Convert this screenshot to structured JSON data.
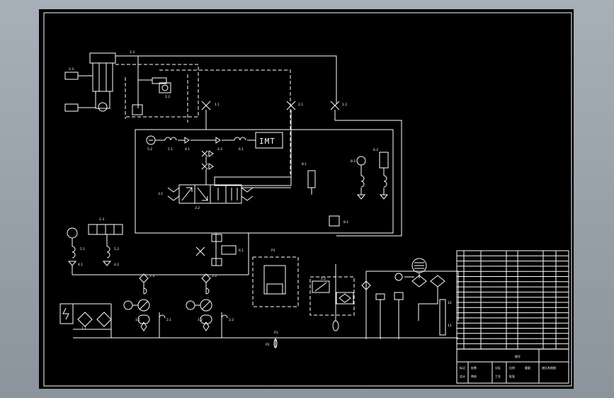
{
  "diagram": {
    "display_text": "IMT",
    "labels": {
      "a": "2.3",
      "b": "2.2",
      "c": "2.1",
      "d": "1.1",
      "e": "1.2",
      "f": "5.1",
      "g": "5.2",
      "h": "4.1",
      "i": "4.2",
      "j": "6.1",
      "k": "6.2",
      "l": "3.1",
      "m": "3.2",
      "n": "8.1",
      "o": "8.2",
      "p": "P1",
      "q": "P2",
      "r": "11",
      "s": "12"
    },
    "title_block_texts": [
      "图号",
      "标记",
      "处数",
      "分区",
      "设计",
      "审核",
      "工艺",
      "批准",
      "比例",
      "重量",
      "液压系统图"
    ]
  },
  "colors": {
    "background": "#000000",
    "frame": "#ffffff",
    "window_bg": "#9aa3ac"
  }
}
